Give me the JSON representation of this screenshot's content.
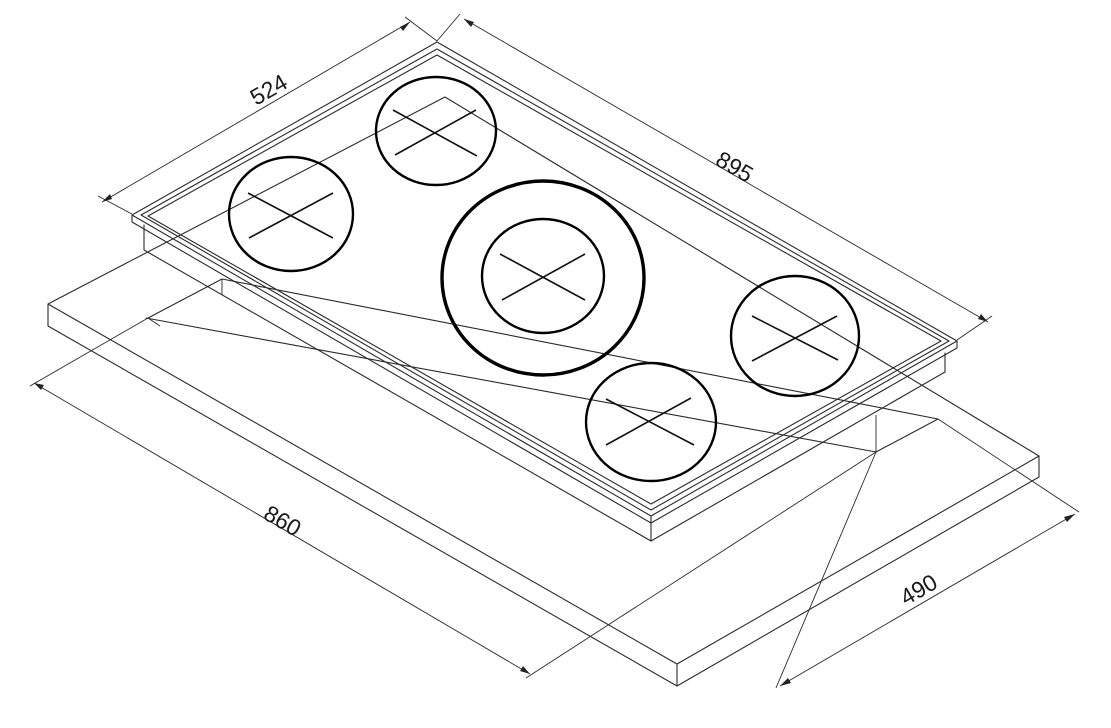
{
  "dimensions": {
    "top_depth": "524",
    "top_width": "895",
    "cutout_width": "860",
    "cutout_depth": "490"
  }
}
